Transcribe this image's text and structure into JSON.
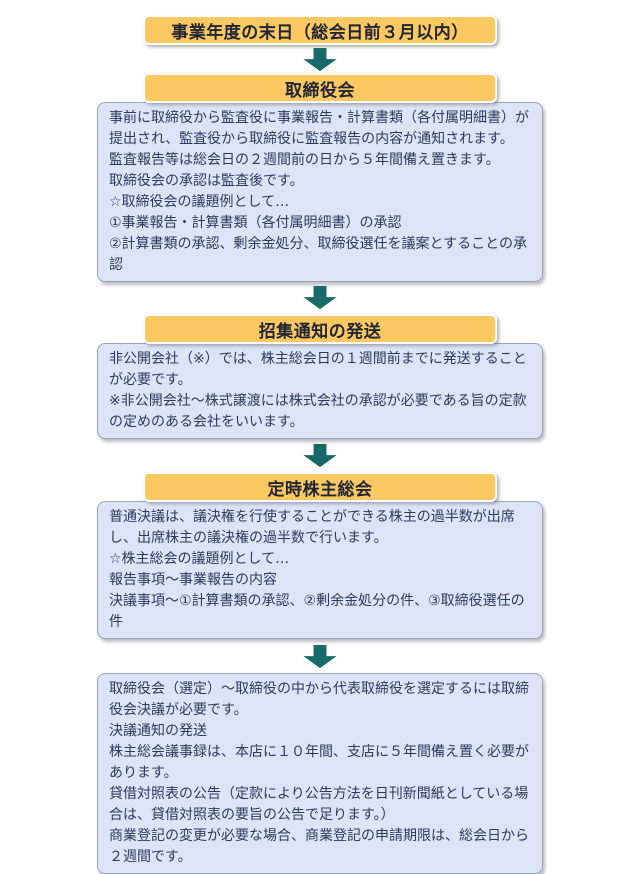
{
  "colors": {
    "gold": "#FBC862",
    "gold_border": "#FFFFFF",
    "header_text": "#1F2533",
    "blue_fill": "#DEE4F8",
    "blue_border": "#99A3BB",
    "body_text": "#2C3A5C",
    "arrow": "#17696A",
    "page_bg": "#FFFFFF"
  },
  "nodes": {
    "start": {
      "label": "事業年度の末日（総会日前３月以内）"
    },
    "board": {
      "label": "取締役会",
      "paragraphs": [
        "事前に取締役から監査役に事業報告・計算書類（各付属明細書）が提出され、監査役から取締役に監査報告の内容が通知されます。",
        "監査報告等は総会日の２週間前の日から５年間備え置きます。",
        "取締役会の承認は監査後です。",
        "☆取締役会の議題例として…",
        "①事業報告・計算書類（各付属明細書）の承認",
        "②計算書類の承認、剰余金処分、取締役選任を議案とすることの承認"
      ]
    },
    "notice": {
      "label": "招集通知の発送",
      "paragraphs": [
        "非公開会社（※）では、株主総会日の１週間前までに発送することが必要です。",
        "※非公開会社〜株式譲渡には株式会社の承認が必要である旨の定款の定めのある会社をいいます。"
      ]
    },
    "meeting": {
      "label": "定時株主総会",
      "paragraphs": [
        "普通決議は、議決権を行使することができる株主の過半数が出席し、出席株主の議決権の過半数で行います。",
        "☆株主総会の議題例として…",
        "報告事項〜事業報告の内容",
        "決議事項〜①計算書類の承認、②剰余金処分の件、③取締役選任の件"
      ]
    },
    "after_meeting": {
      "paragraphs": [
        "取締役会（選定）〜取締役の中から代表取締役を選定するには取締役会決議が必要です。",
        "決議通知の発送",
        "株主総会議事録は、本店に１０年間、支店に５年間備え置く必要があります。",
        "貸借対照表の公告（定款により公告方法を日刊新聞紙としている場合は、貸借対照表の要旨の公告で足ります。）",
        "商業登記の変更が必要な場合、商業登記の申請期限は、総会日から２週間です。"
      ]
    }
  }
}
